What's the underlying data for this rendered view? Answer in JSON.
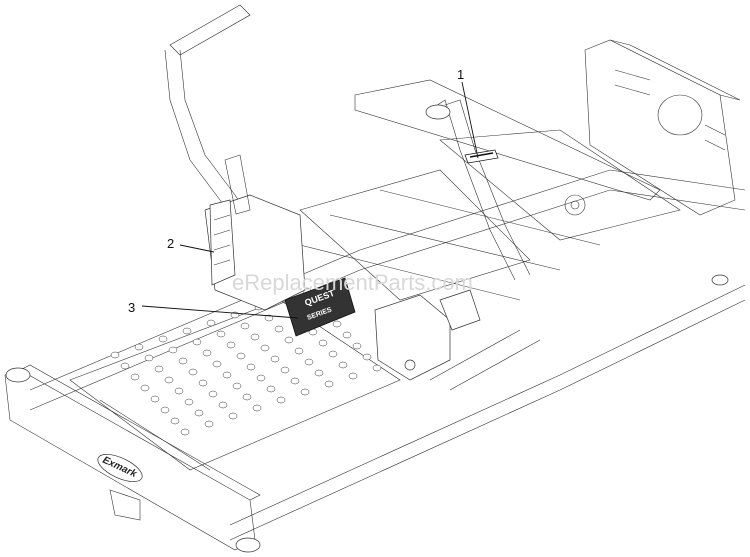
{
  "callouts": [
    {
      "id": "1",
      "label": "1"
    },
    {
      "id": "2",
      "label": "2"
    },
    {
      "id": "3",
      "label": "3"
    }
  ],
  "watermark": "eReplacementParts.com",
  "decal_text": {
    "line1": "QUEST",
    "line2": "SERIES"
  },
  "brand_logo": "Exmark",
  "colors": {
    "line": "#333333",
    "background": "#ffffff",
    "watermark": "#d8d8d8"
  }
}
